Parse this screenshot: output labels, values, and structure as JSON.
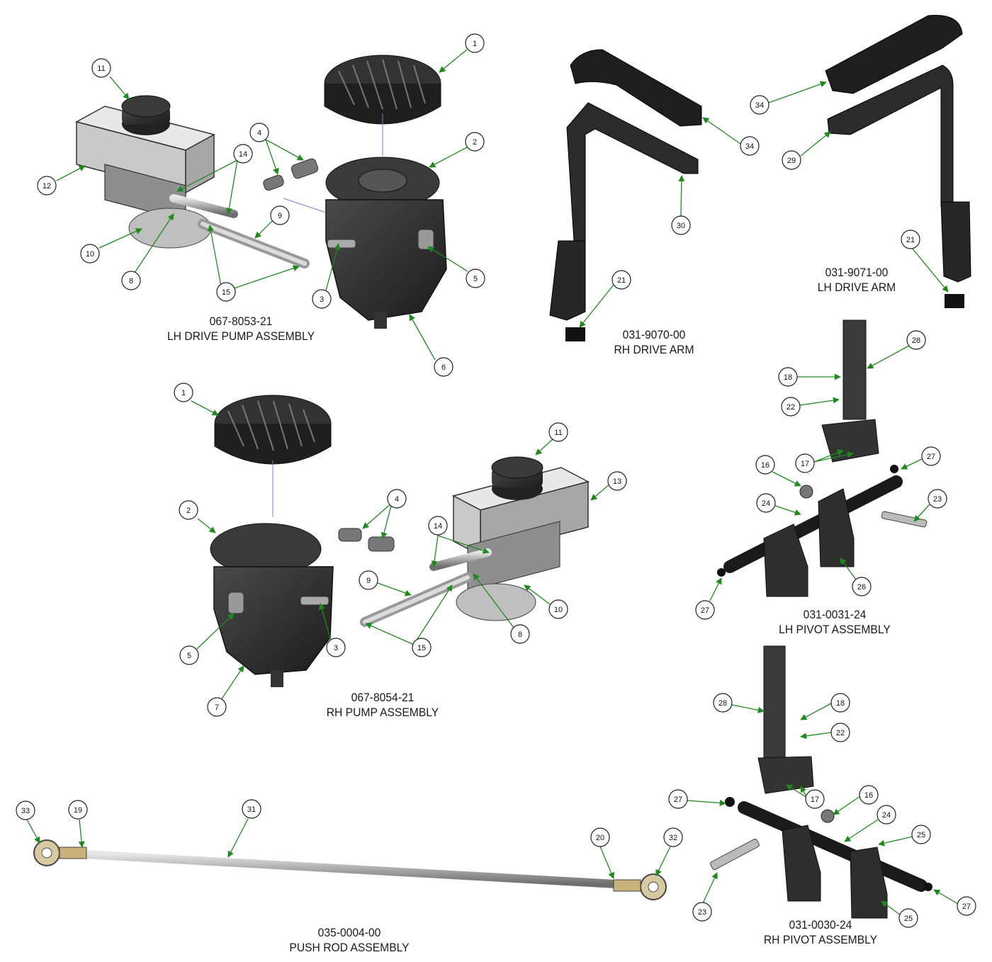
{
  "assemblies": [
    {
      "id": "lh-drive-pump",
      "part_number": "067-8053-21",
      "name": "LH DRIVE PUMP ASSEMBLY"
    },
    {
      "id": "rh-drive-arm",
      "part_number": "031-9070-00",
      "name": "RH DRIVE ARM"
    },
    {
      "id": "lh-drive-arm",
      "part_number": "031-9071-00",
      "name": "LH DRIVE ARM"
    },
    {
      "id": "lh-pivot",
      "part_number": "031-0031-24",
      "name": "LH PIVOT ASSEMBLY"
    },
    {
      "id": "rh-pump",
      "part_number": "067-8054-21",
      "name": "RH PUMP ASSEMBLY"
    },
    {
      "id": "rh-pivot",
      "part_number": "031-0030-24",
      "name": "RH PIVOT ASSEMBLY"
    },
    {
      "id": "push-rod",
      "part_number": "035-0004-00",
      "name": "PUSH ROD ASSEMBLY"
    }
  ],
  "callouts": {
    "lh_pump": [
      "1",
      "2",
      "3",
      "4",
      "5",
      "6",
      "8",
      "9",
      "10",
      "11",
      "12",
      "14",
      "15"
    ],
    "rh_pump": [
      "1",
      "2",
      "3",
      "4",
      "5",
      "7",
      "8",
      "9",
      "10",
      "11",
      "13",
      "14",
      "15"
    ],
    "rh_arm": [
      "34",
      "30",
      "21"
    ],
    "lh_arm": [
      "34",
      "29",
      "21"
    ],
    "lh_pivot": [
      "28",
      "18",
      "22",
      "17",
      "16",
      "27",
      "24",
      "23",
      "26",
      "27"
    ],
    "rh_pivot": [
      "28",
      "18",
      "22",
      "17",
      "27",
      "16",
      "24",
      "25",
      "23",
      "25",
      "27"
    ],
    "push_rod": [
      "33",
      "19",
      "31",
      "20",
      "32"
    ]
  },
  "colors": {
    "leader": "#1e8a1e",
    "part": "#2c2c2c",
    "rod": "#b8b8b8",
    "housing": "#d6d6d6"
  }
}
